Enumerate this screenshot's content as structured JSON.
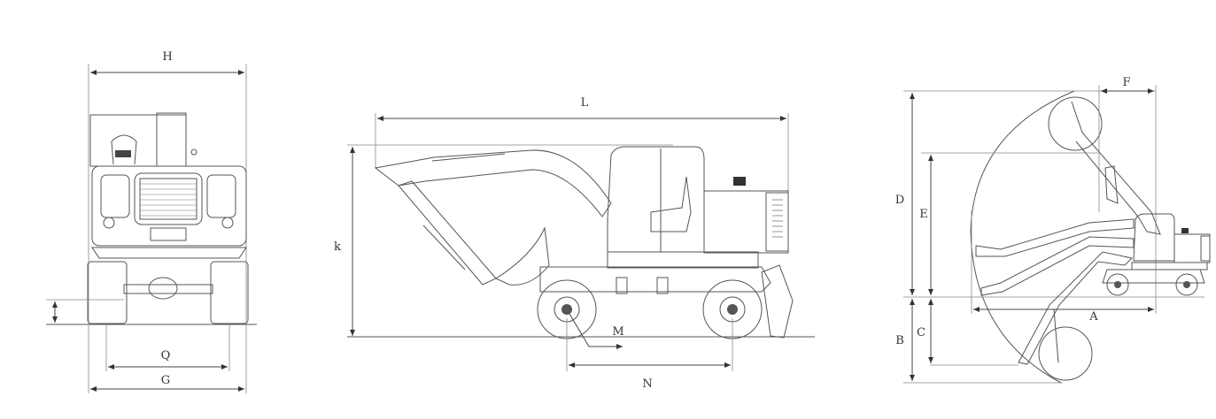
{
  "diagram": {
    "subject": "Wheeled excavator dimension drawing",
    "views": [
      {
        "name": "front-view",
        "labels": {
          "H": "H",
          "Q": "Q",
          "G": "G"
        }
      },
      {
        "name": "side-view",
        "labels": {
          "L": "L",
          "k": "k",
          "M": "M",
          "N": "N"
        }
      },
      {
        "name": "working-range-view",
        "labels": {
          "A": "A",
          "B": "B",
          "C": "C",
          "D": "D",
          "E": "E",
          "F": "F"
        }
      }
    ]
  }
}
